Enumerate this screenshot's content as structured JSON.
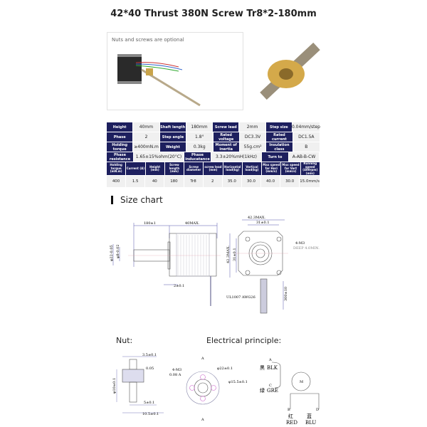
{
  "title": "42*40 Thrust 380N Screw Tr8*2-180mm",
  "photo_caption": "Nuts and screws are optional",
  "spec_table": [
    [
      [
        "Height",
        "40mm"
      ],
      [
        "Shaft length",
        "180mm"
      ],
      [
        "Screw lead",
        "2mm"
      ],
      [
        "Step size",
        "0.04mm/step"
      ]
    ],
    [
      [
        "Phase",
        "2"
      ],
      [
        "Step angle",
        "1.8°"
      ],
      [
        "Rated voltage",
        "DC3.3V"
      ],
      [
        "Rated current",
        "DC1.5A"
      ]
    ],
    [
      [
        "Holding torque",
        "≥400mN.m"
      ],
      [
        "Weight",
        "0.3kg"
      ],
      [
        "Moment of inertia",
        "55g.cm²"
      ],
      [
        "Insulation class",
        "B"
      ]
    ],
    [
      [
        "Phase resistance",
        "1.65±15%ohm(20°C)"
      ],
      [
        "Phase inducatance",
        "3.3±20%mH(1kHz)"
      ],
      [
        "Turn to",
        "A-AB-B-CW"
      ]
    ]
  ],
  "perf_table": {
    "headers": [
      "Holding torque (mN.m)",
      "Current (A)",
      "Height (mm)",
      "Screw length (mm)",
      "Screw diameter",
      "screw lead (mm)",
      "Horizontal load(kg)",
      "Vertical load(kg)",
      "Max speed for Hori (mm/s)",
      "Max speed for Vert (mm/s)",
      "Running speed (400rpm) (min)"
    ],
    "values": [
      "400",
      "1.5",
      "40",
      "180",
      "Tr8",
      "2",
      "35.0",
      "30.0",
      "40.0",
      "30.0",
      "15.0mm/s"
    ]
  },
  "size_chart": {
    "heading": "Size chart",
    "dims": {
      "shaft": "180±1",
      "body": "40MAX.",
      "flange": "2±0.1",
      "d1": "φ22-0.05",
      "d2": "φ8-0.02",
      "width": "42.3MAX.",
      "hole": "31±0.1",
      "height": "42.3MAX.",
      "hole_v": "31±0.1",
      "thread": "4-M3",
      "deep": "DEEP 4.0MIN.",
      "cable": "UL1007 AWG26",
      "cable_len": "300±10"
    }
  },
  "nut": {
    "heading": "Nut:",
    "dims": {
      "top": "3.5±0.1",
      "mid": "5±0.1",
      "total": "10.5±0.1",
      "dia": "φ10±0.1",
      "flat": "0.05",
      "hole": "4-M3",
      "tol": "0.08 A",
      "od": "φ22±0.1",
      "pcd": "φ15.5±0.1",
      "sec": "A"
    }
  },
  "electrical": {
    "heading": "Electrical principle:",
    "motor": "M",
    "pins": [
      "A",
      "C",
      "B",
      "D"
    ],
    "wires": [
      {
        "cn": "黑",
        "en": "BLK"
      },
      {
        "cn": "绿",
        "en": "GRE"
      },
      {
        "cn": "红",
        "en": "RED"
      },
      {
        "cn": "蓝",
        "en": "BLU"
      }
    ]
  }
}
